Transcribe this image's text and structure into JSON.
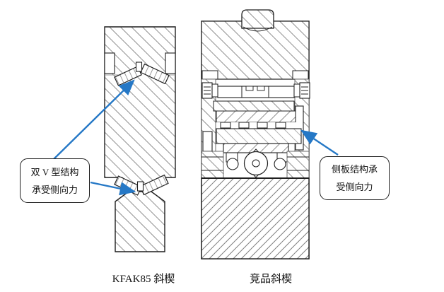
{
  "page": {
    "background": "#ffffff"
  },
  "colors": {
    "arrow_blue": "#2578c6",
    "line_black": "#1f1f1f",
    "hatch_gray": "#8f8f8f"
  },
  "left_panel": {
    "caption": "KFAK85 斜楔",
    "callout": {
      "line1": "双 V 型结构",
      "line2": "承受侧向力"
    }
  },
  "right_panel": {
    "caption": "竞品斜楔",
    "callout": {
      "line1": "侧板结构承",
      "line2": "受侧向力"
    }
  }
}
